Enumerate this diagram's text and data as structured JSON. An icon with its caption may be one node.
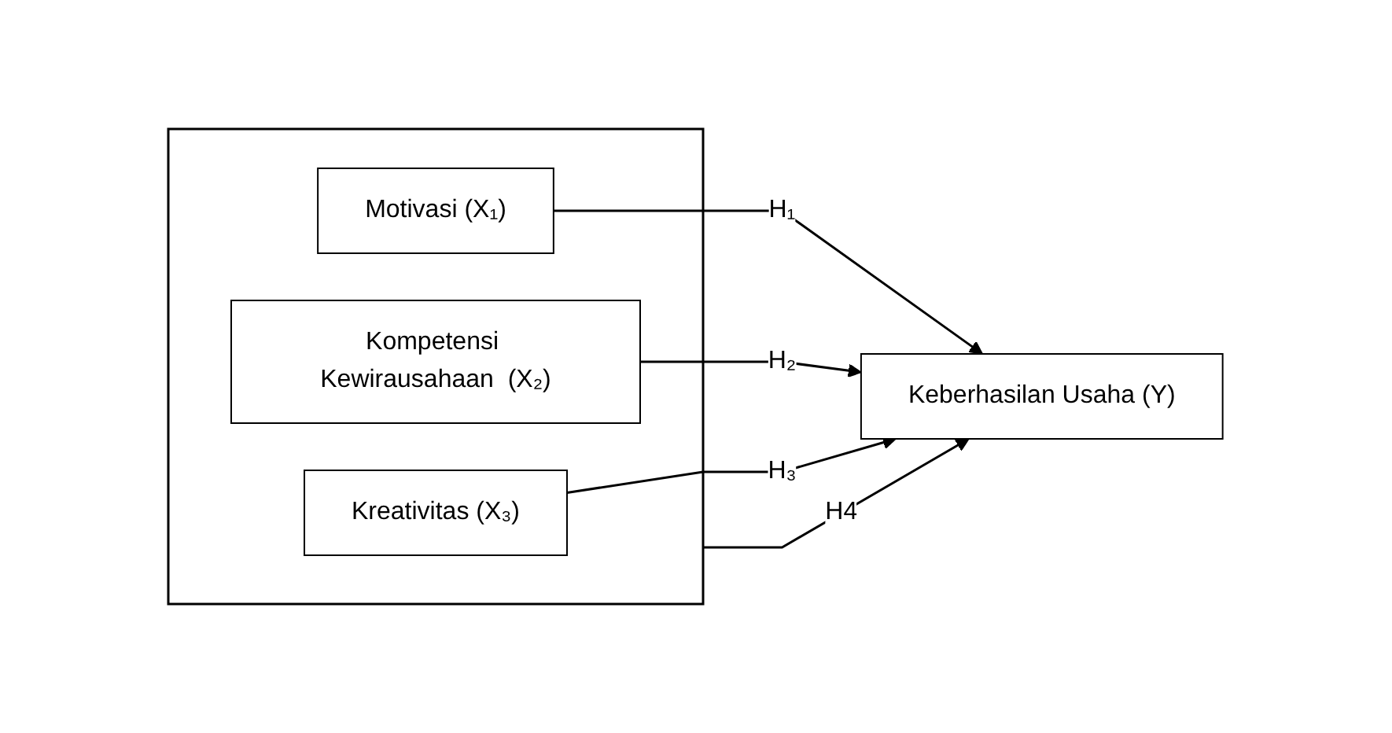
{
  "diagram": {
    "nodes": [
      {
        "text": [],
        "shape": "box"
      },
      {
        "text": [
          "Motivasi (X₁)"
        ],
        "in": 0
      },
      {
        "text": [
          "Kompetensi Kewirausahaan  (X₂)"
        ],
        "in": 0
      },
      {
        "text": [
          "Kreativitas (X₃)"
        ],
        "in": 0
      },
      {
        "text": [
          "Keberhasilan Usaha (Y)"
        ]
      }
    ],
    "edges": [
      {
        "from": 1,
        "to": 4,
        "arrow": "to",
        "label": "H₁"
      },
      {
        "from": 2,
        "to": 4,
        "arrow": "to",
        "label": "H₂"
      },
      {
        "from": 3,
        "to": 4,
        "arrow": "to",
        "label": "H₃"
      },
      {
        "from": 0,
        "to": 4,
        "arrow": "to",
        "label": "H4"
      }
    ]
  }
}
